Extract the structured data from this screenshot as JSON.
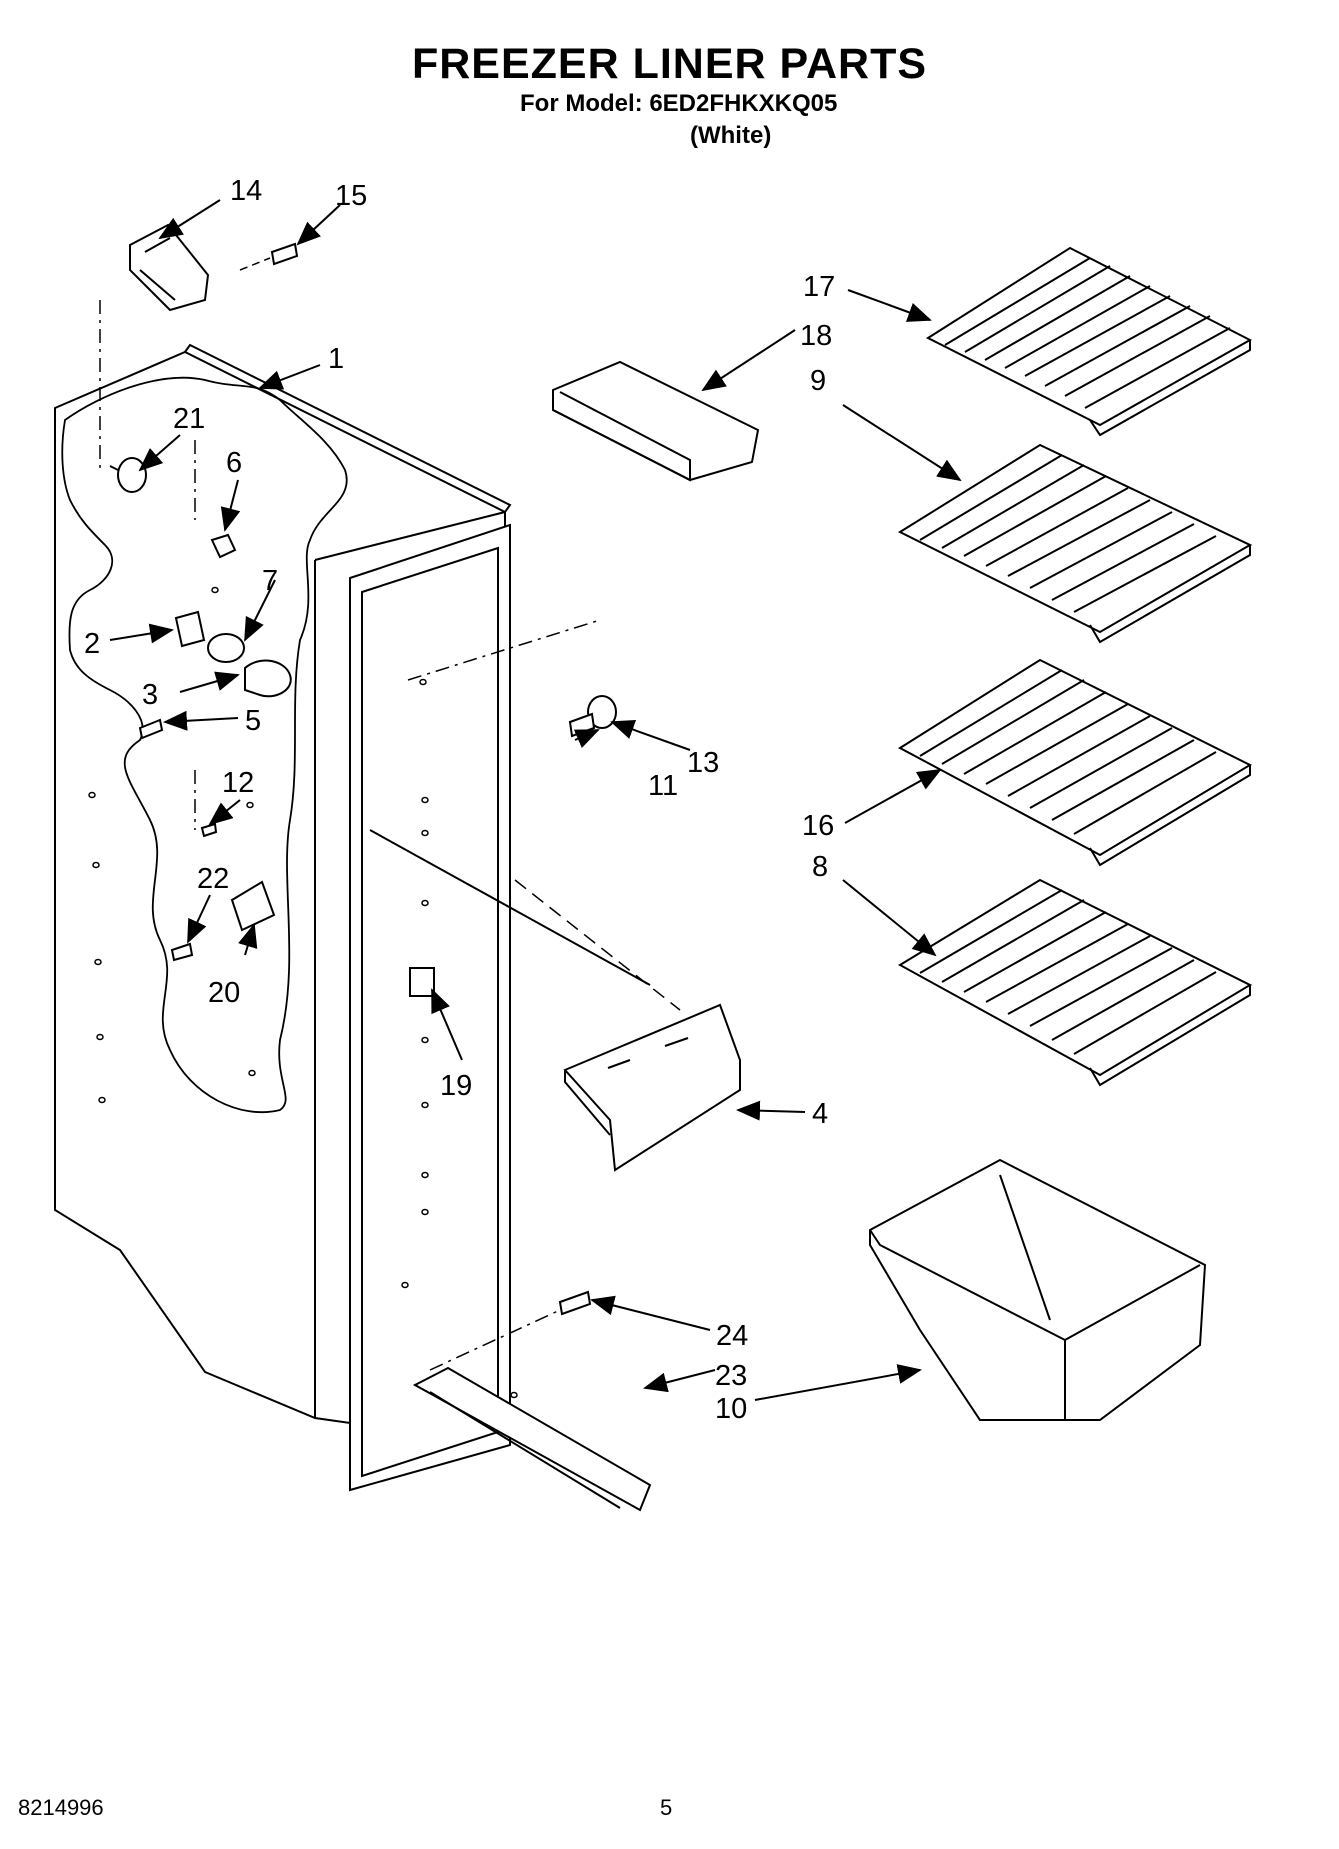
{
  "header": {
    "title": "FREEZER LINER PARTS",
    "model_line": "For Model: 6ED2FHKXKQ05",
    "variant": "(White)"
  },
  "callouts": {
    "c1": "1",
    "c2": "2",
    "c3": "3",
    "c4": "4",
    "c5": "5",
    "c6": "6",
    "c7": "7",
    "c8": "8",
    "c9": "9",
    "c10": "10",
    "c11": "11",
    "c12": "12",
    "c13": "13",
    "c14": "14",
    "c15": "15",
    "c16": "16",
    "c17": "17",
    "c18": "18",
    "c19": "19",
    "c20": "20",
    "c21": "21",
    "c22": "22",
    "c23": "23",
    "c24": "24"
  },
  "footer": {
    "doc_number": "8214996",
    "page_number": "5"
  }
}
